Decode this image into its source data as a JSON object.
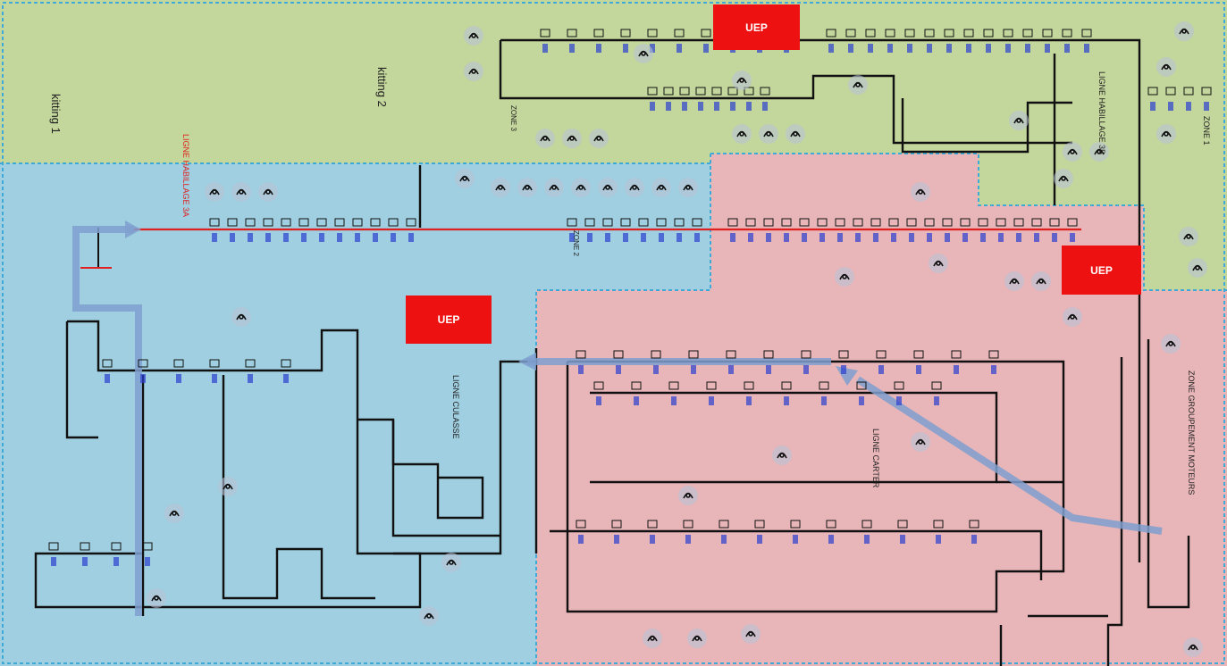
{
  "diagram": {
    "zones": [
      {
        "id": "zone-kitting",
        "color": "#c3d69b"
      },
      {
        "id": "zone-hab-3a",
        "color": "#9fcfe0"
      },
      {
        "id": "zone-carter",
        "color": "#e8b5b8"
      },
      {
        "id": "zone-hab-3b",
        "color": "#c3d69b"
      }
    ],
    "labels": {
      "kitting_1": "kitting 1",
      "kitting_2": "kitting 2",
      "zone_1": "ZONE 1",
      "zone_2": "ZONE 2",
      "zone_3": "ZONE 3",
      "ligne_habillage_3a": "LIGNE HABILLAGE 3A",
      "ligne_habillage_3b": "LIGNE HABILLAGE 3B",
      "ligne_culasse": "LIGNE CULASSE",
      "ligne_carter": "LIGNE CARTER",
      "zone_groupement_moteurs": "ZONE GROUPEMENT MOTEURS"
    },
    "uep_label": "UEP",
    "colors": {
      "line": "#111111",
      "red_line": "#e0201e",
      "flow_arrow": "#7f9fcf",
      "uep": "#ee1111",
      "zone_border": "#3fa9d8",
      "station_label": "#2b3fd0"
    }
  }
}
